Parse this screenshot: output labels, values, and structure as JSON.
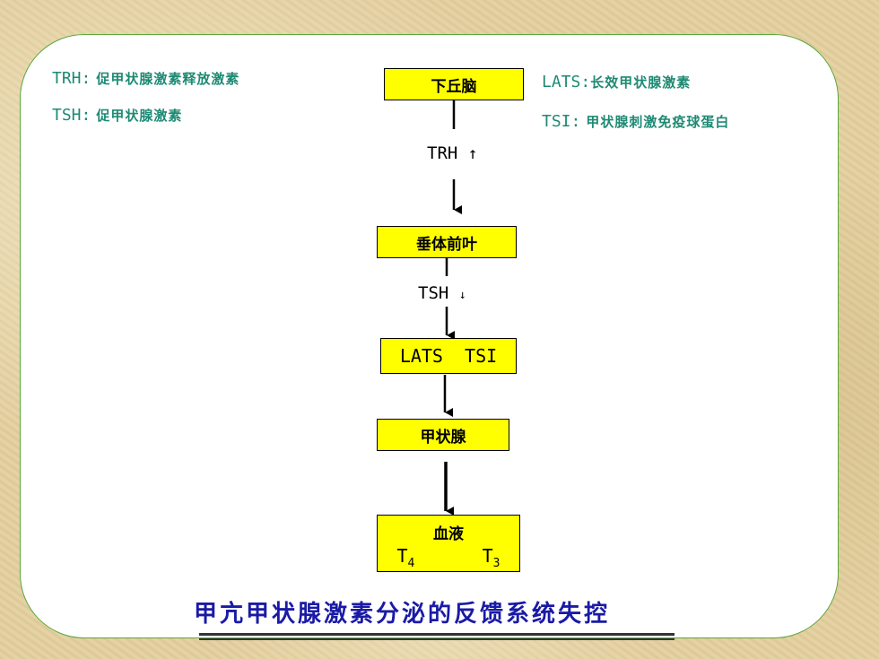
{
  "legend_left": [
    {
      "abbr": "TRH:",
      "def": "促甲状腺激素释放激素"
    },
    {
      "abbr": "TSH:",
      "def": "促甲状腺激素"
    }
  ],
  "legend_right": [
    {
      "abbr": "LATS:",
      "def": "长效甲状腺激素"
    },
    {
      "abbr": "TSI:",
      "def": "甲状腺刺激免疫球蛋白"
    }
  ],
  "nodes": {
    "hypothalamus": "下丘脑",
    "pituitary": "垂体前叶",
    "lats_tsi": "LATS  TSI",
    "thyroid": "甲状腺",
    "blood": "血液",
    "t4": "T",
    "t4_sub": "4",
    "t3": "T",
    "t3_sub": "3"
  },
  "edges": {
    "trh": "TRH",
    "trh_arrow": "↑",
    "tsh": "TSH",
    "tsh_arrow": "↓"
  },
  "title": "甲亢甲状腺激素分泌的反馈系统失控",
  "colors": {
    "box_fill": "#ffff00",
    "legend_text": "#1e8a74",
    "title_text": "#1a1aa6",
    "panel_border": "#5aa83c"
  }
}
